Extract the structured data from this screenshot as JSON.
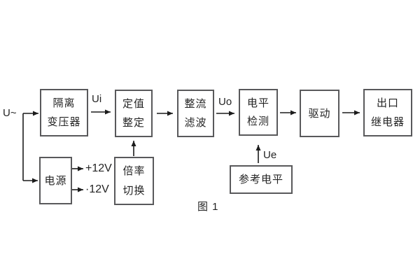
{
  "figure": {
    "caption": "图 1"
  },
  "labels": {
    "input": "U~",
    "ui": "Ui",
    "uo": "Uo",
    "ue": "Ue",
    "plus12v": "+12V",
    "minus12v": "·12V"
  },
  "boxes": {
    "isolation_transformer": {
      "lines": [
        "隔离",
        "变压器"
      ]
    },
    "setting": {
      "lines": [
        "定值",
        "整定"
      ]
    },
    "rectifier_filter": {
      "lines": [
        "整流",
        "滤波"
      ]
    },
    "level_detection": {
      "lines": [
        "电平",
        "检测"
      ]
    },
    "drive": {
      "lines": [
        "驱动"
      ]
    },
    "output_relay": {
      "lines": [
        "出口",
        "继电器"
      ]
    },
    "power_supply": {
      "lines": [
        "电源"
      ]
    },
    "ratio_switch": {
      "lines": [
        "倍率",
        "切换"
      ]
    },
    "reference_level": {
      "lines": [
        "参考电平"
      ]
    }
  },
  "colors": {
    "background": "#ffffff",
    "box_border": "#59595b",
    "wire": "#1c1c1c",
    "text": "#242424"
  }
}
